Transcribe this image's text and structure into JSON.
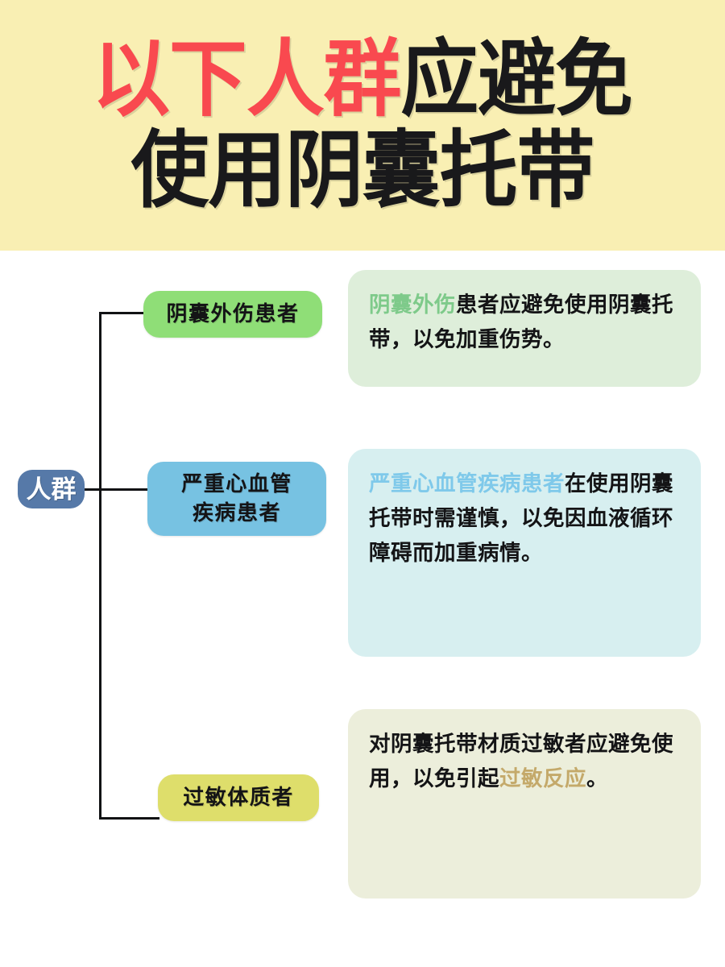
{
  "header": {
    "line1_red": "以下人群",
    "line1_black": "应避免",
    "line2_black": "使用阴囊托带",
    "bg_color": "#f9efb3",
    "red_color": "#f9494f",
    "black_color": "#19191b"
  },
  "mindmap": {
    "root": {
      "label": "人群",
      "bg_color": "#5679a8",
      "text_color": "#ffffff"
    },
    "branches": [
      {
        "label": "阴囊外伤患者",
        "pill_color": "#8fde77",
        "card_color": "#deeeda",
        "highlight_color": "#7eca8a",
        "highlight_text": "阴囊外伤",
        "rest_text": "患者应避免使用阴囊托带，以免加重伤势。"
      },
      {
        "label": "严重心血管\n疾病患者",
        "pill_color": "#77c2e2",
        "card_color": "#d7eff0",
        "highlight_color": "#7fc9ea",
        "highlight_text": "严重心血管疾病患者",
        "rest_text": "在使用阴囊托带时需谨慎，以免因血液循环障碍而加重病情。"
      },
      {
        "label": "过敏体质者",
        "pill_color": "#dede6b",
        "card_color": "#eceedb",
        "highlight_color": "#c4a96a",
        "lead_text": "对阴囊托带材质过敏者应避免使用，以免引起",
        "highlight_text": "过敏反应",
        "tail_text": "。"
      }
    ]
  }
}
